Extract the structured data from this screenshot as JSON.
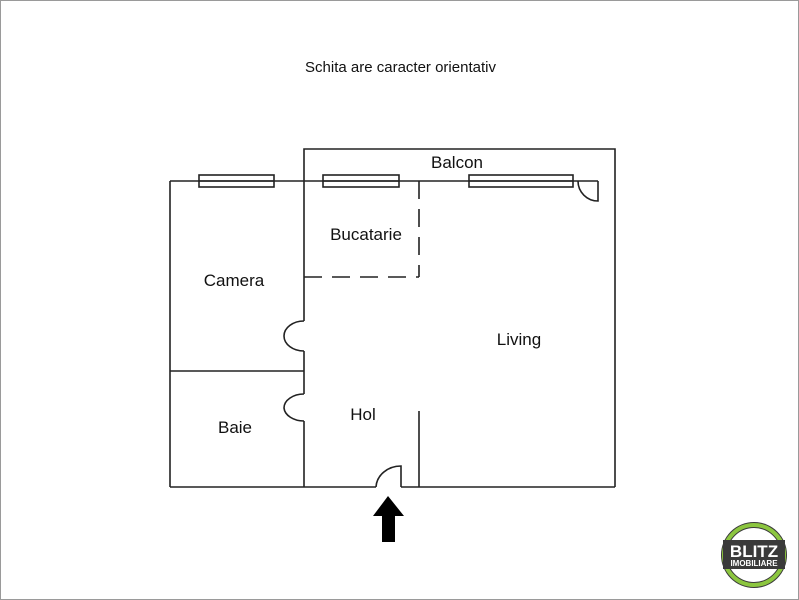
{
  "note": "Schita are caracter orientativ",
  "rooms": {
    "balcon": "Balcon",
    "bucatarie": "Bucatarie",
    "camera": "Camera",
    "living": "Living",
    "baie": "Baie",
    "hol": "Hol"
  },
  "entrance": {
    "icon": "arrow-up-icon"
  },
  "logo": {
    "line1": "BLITZ",
    "line2": "IMOBILIARE"
  },
  "colors": {
    "wall": "#222222",
    "logo_ring": "#8cc63f",
    "logo_dark": "#3a3a3a"
  }
}
